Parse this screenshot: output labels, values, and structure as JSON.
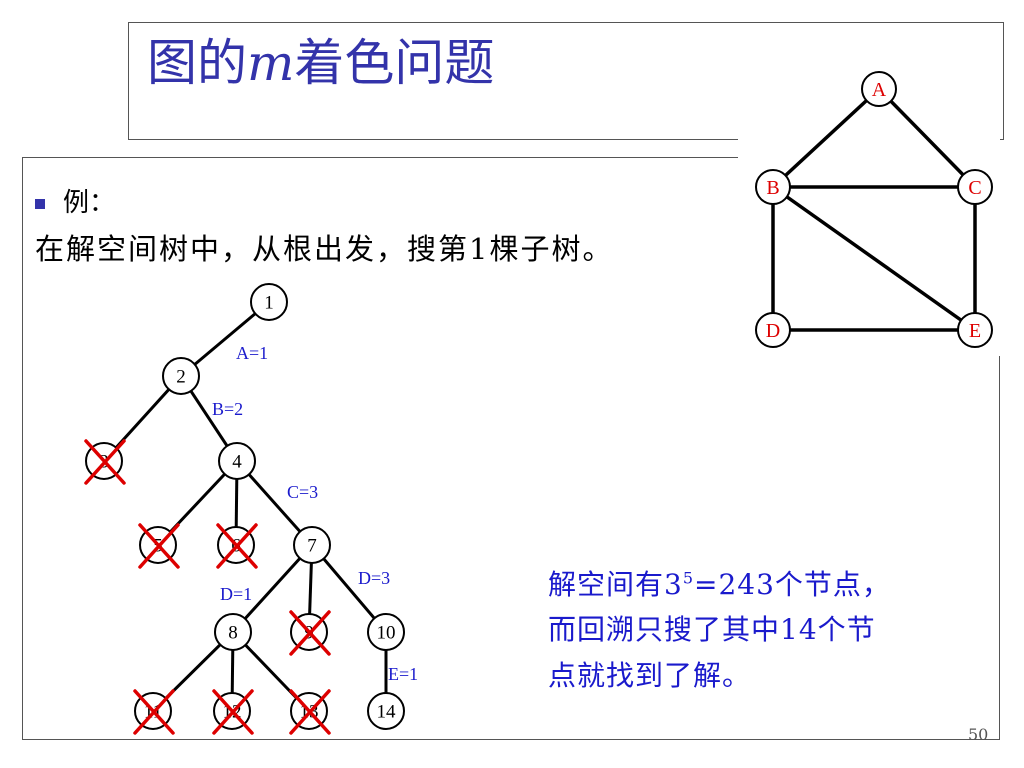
{
  "slide": {
    "title_prefix": "图的",
    "title_var": "m",
    "title_suffix": "着色问题",
    "bullet": "例：",
    "intro": "在解空间树中，从根出发，搜第1棵子树。",
    "note": {
      "line1_a": "解空间有3",
      "line1_sup": "5",
      "line1_b": "=243个节点，",
      "line2": "而回溯只搜了其中14个节",
      "line3": "点就找到了解。"
    },
    "page_number": "50"
  },
  "graph": {
    "nodes": [
      "A",
      "B",
      "C",
      "D",
      "E"
    ],
    "edges": [
      [
        "A",
        "B"
      ],
      [
        "A",
        "C"
      ],
      [
        "B",
        "C"
      ],
      [
        "B",
        "D"
      ],
      [
        "B",
        "E"
      ],
      [
        "C",
        "E"
      ],
      [
        "D",
        "E"
      ]
    ]
  },
  "tree": {
    "nodes": [
      "1",
      "2",
      "3",
      "4",
      "5",
      "6",
      "7",
      "8",
      "9",
      "10",
      "11",
      "12",
      "13",
      "14"
    ],
    "pruned": [
      "3",
      "5",
      "6",
      "9",
      "11",
      "12",
      "13"
    ],
    "edge_labels": [
      "A=1",
      "B=2",
      "C=3",
      "D=1",
      "D=3",
      "E=1"
    ]
  },
  "colors": {
    "title": "#3333aa",
    "annotation": "#1a1acc",
    "graph_node_label": "#dd0000",
    "prune_mark": "#dd0000"
  }
}
